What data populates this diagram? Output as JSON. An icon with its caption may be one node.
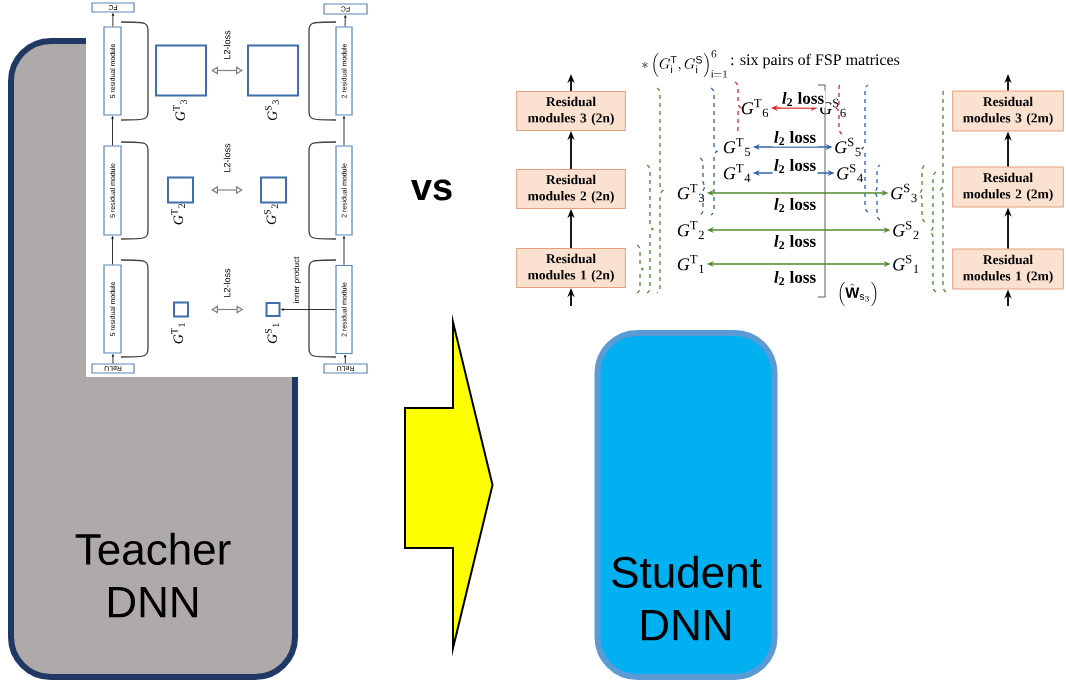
{
  "diagram": {
    "nodes": [
      {
        "text": [
          "Teacher DNN"
        ]
      },
      {
        "text": [
          "Student DNN"
        ]
      },
      {
        "text": [
          "FC"
        ]
      },
      {
        "text": [
          "5 residual module"
        ]
      },
      {
        "text": [
          "5 residual module"
        ],
        "in": 0
      },
      {
        "text": [
          "5 residual module"
        ],
        "in": 0
      },
      {
        "text": [
          "ReLU"
        ],
        "in": 0
      },
      {
        "text": [
          "FC"
        ]
      },
      {
        "text": [
          "2 residual module"
        ]
      },
      {
        "text": [
          "2 residual module"
        ]
      },
      {
        "text": [
          "2 residual module"
        ]
      },
      {
        "text": [
          "ReLU"
        ]
      },
      {
        "text": [],
        "shape": "box",
        "beside": [
          "*G*$^{T}$$_{3}$"
        ],
        "in": 0
      },
      {
        "text": [],
        "shape": "box",
        "beside": [
          "*G*$^{S}$$_{3}$"
        ],
        "in": 0
      },
      {
        "text": [],
        "shape": "box",
        "beside": [
          "*G*$^{T}$$_{2}$"
        ],
        "in": 0
      },
      {
        "text": [],
        "shape": "box",
        "beside": [
          "*G*$^{S}$$_{2}$"
        ],
        "in": 0
      },
      {
        "text": [],
        "shape": "box",
        "beside": [
          "*G*$^{T}$$_{1}$"
        ],
        "in": 0
      },
      {
        "text": [],
        "shape": "box",
        "beside": [
          "*G*$^{S}$$_{1}$"
        ],
        "in": 0
      },
      {
        "text": [
          "Residual modules 1 (2n)"
        ]
      },
      {
        "text": [
          "Residual modules 2 (2n)"
        ]
      },
      {
        "text": [
          "Residual modules 3 (2n)"
        ]
      },
      {
        "text": [
          "Residual modules 1 (2m)"
        ]
      },
      {
        "text": [
          "Residual modules 2 (2m)"
        ]
      },
      {
        "text": [
          "Residual modules 3 (2m)"
        ]
      },
      {
        "text": [
          "*G*$^{T}$$_{1}$"
        ]
      },
      {
        "text": [
          "*G*$^{T}$$_{2}$"
        ]
      },
      {
        "text": [
          "*G*$^{T}$$_{3}$"
        ]
      },
      {
        "text": [
          "*G*$^{T}$$_{4}$"
        ]
      },
      {
        "text": [
          "*G*$^{T}$$_{5}$"
        ]
      },
      {
        "text": [
          "*G*$^{T}$$_{6}$"
        ]
      },
      {
        "text": [
          "*G*$^{S}$$_{1}$"
        ]
      },
      {
        "text": [
          "*G*$^{S}$$_{2}$"
        ]
      },
      {
        "text": [
          "*G*$^{S}$$_{3}$"
        ]
      },
      {
        "text": [
          "*G*$^{S}$$_{4}$"
        ]
      },
      {
        "text": [
          "*G*$^{S}$$_{5}$"
        ]
      },
      {
        "text": [
          "*G*$^{S}$$_{6}$"
        ]
      }
    ],
    "edges": [
      {
        "from": 0,
        "to": 1,
        "arrow": "to",
        "color": "#ffff00"
      },
      {
        "from": 6,
        "to": 5,
        "arrow": "to"
      },
      {
        "from": 5,
        "to": 4,
        "arrow": "to"
      },
      {
        "from": 4,
        "to": 3,
        "arrow": "to"
      },
      {
        "from": 3,
        "to": 2,
        "arrow": "to"
      },
      {
        "from": 11,
        "to": 10,
        "arrow": "to"
      },
      {
        "from": 10,
        "to": 9,
        "arrow": "to"
      },
      {
        "from": 9,
        "to": 8,
        "arrow": "to"
      },
      {
        "from": 8,
        "to": 7,
        "arrow": "to"
      },
      {
        "from": 12,
        "to": 13,
        "arrow": "both",
        "label": "L2-loss",
        "color": "#808080"
      },
      {
        "from": 14,
        "to": 15,
        "arrow": "both",
        "label": "L2-loss",
        "color": "#808080"
      },
      {
        "from": 16,
        "to": 17,
        "arrow": "both",
        "label": "L2-loss",
        "color": "#808080"
      },
      {
        "from": 10,
        "to": 17,
        "arrow": "to",
        "label": "inner product"
      },
      {
        "from": null,
        "to": 18,
        "arrow": "to"
      },
      {
        "from": 18,
        "to": 19,
        "arrow": "to"
      },
      {
        "from": 19,
        "to": 20,
        "arrow": "to"
      },
      {
        "from": 20,
        "to": null,
        "arrow": "to"
      },
      {
        "from": null,
        "to": 21,
        "arrow": "to"
      },
      {
        "from": 21,
        "to": 22,
        "arrow": "to"
      },
      {
        "from": 22,
        "to": 23,
        "arrow": "to"
      },
      {
        "from": 23,
        "to": null,
        "arrow": "to"
      },
      {
        "from": 29,
        "to": 35,
        "arrow": "both",
        "label": "*l*$_{2}$ loss",
        "color": "#e02424"
      },
      {
        "from": 28,
        "to": 34,
        "arrow": "both",
        "label": "*l*$_{2}$ loss",
        "color": "#2f62a8"
      },
      {
        "from": 27,
        "to": 33,
        "arrow": "both",
        "label": "*l*$_{2}$ loss",
        "color": "#2f62a8"
      },
      {
        "from": 26,
        "to": 32,
        "arrow": "both",
        "label": "*l*$_{2}$ loss",
        "color": "#4f8a2e"
      },
      {
        "from": 25,
        "to": 31,
        "arrow": "both",
        "label": "*l*$_{2}$ loss",
        "color": "#4f8a2e"
      },
      {
        "from": 24,
        "to": 30,
        "arrow": "both",
        "label": "*l*$_{2}$ loss",
        "color": "#4f8a2e"
      }
    ],
    "labels": [
      "vs",
      "\\ast\\left(G_{\\mathrm{i}}^{\\mathrm{T}},G_{\\mathrm{i}}^{\\mathrm{S}}\\right)_{\\mathrm{i}=1}^{6}",
      ": six pairs of FSP matrices",
      "\\left(\\hat{\\mathbf{W}}_{\\mathrm{s}_{3}}\\right)"
    ]
  }
}
